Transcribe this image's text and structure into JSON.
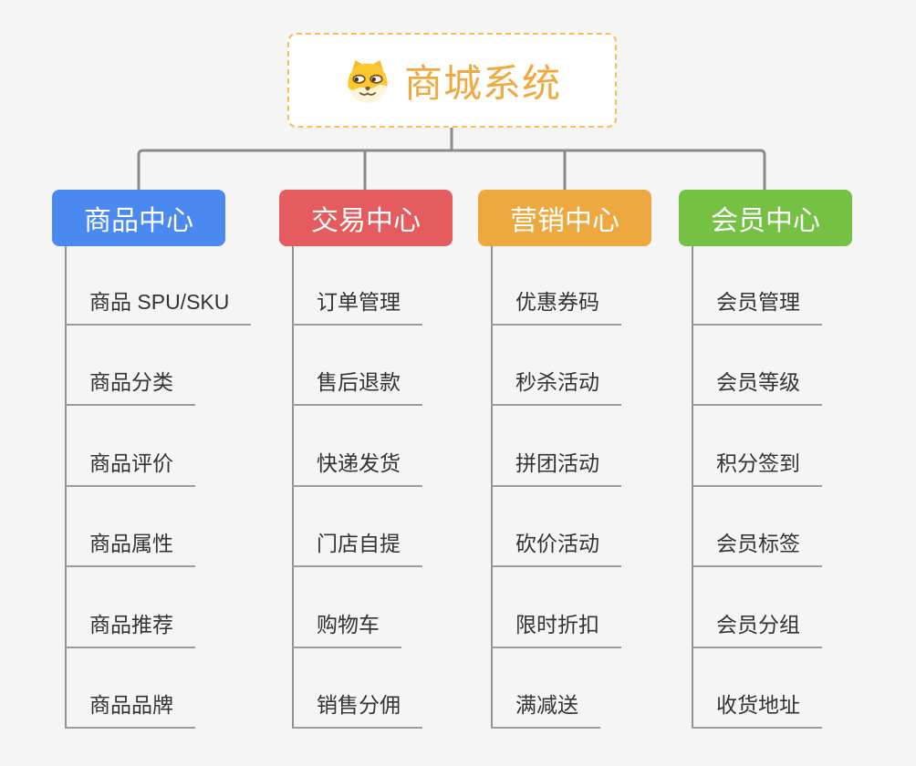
{
  "root": {
    "title": "商城系统",
    "icon": "dog-face-icon",
    "accent_color": "#f0a93f",
    "border_color": "#f6c054"
  },
  "connector_color": "#8b8b8b",
  "branches": [
    {
      "label": "商品中心",
      "color": "#4a89f0",
      "items": [
        "商品 SPU/SKU",
        "商品分类",
        "商品评价",
        "商品属性",
        "商品推荐",
        "商品品牌"
      ]
    },
    {
      "label": "交易中心",
      "color": "#e45c5e",
      "items": [
        "订单管理",
        "售后退款",
        "快递发货",
        "门店自提",
        "购物车",
        "销售分佣"
      ]
    },
    {
      "label": "营销中心",
      "color": "#eda93f",
      "items": [
        "优惠券码",
        "秒杀活动",
        "拼团活动",
        "砍价活动",
        "限时折扣",
        "满减送"
      ]
    },
    {
      "label": "会员中心",
      "color": "#75c143",
      "items": [
        "会员管理",
        "会员等级",
        "积分签到",
        "会员标签",
        "会员分组",
        "收货地址"
      ]
    }
  ]
}
